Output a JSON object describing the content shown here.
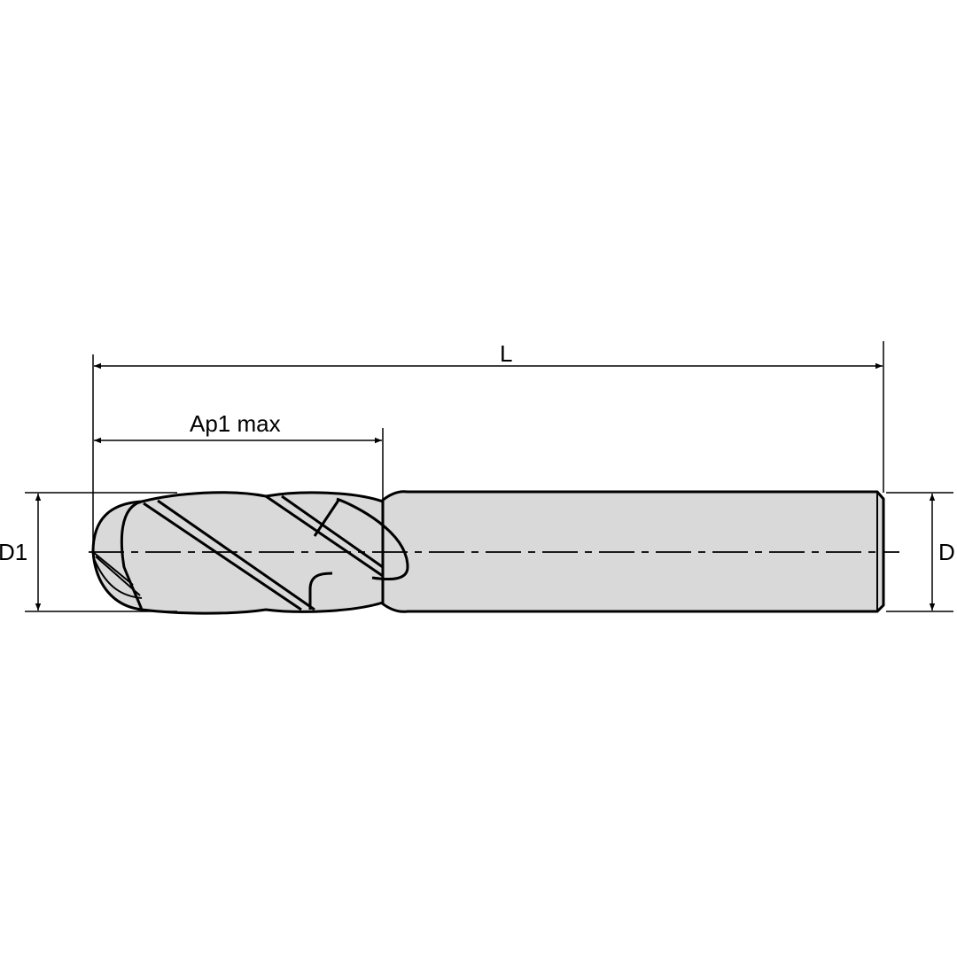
{
  "diagram": {
    "labels": {
      "overall_length": "L",
      "max_cut_depth": "Ap1 max",
      "cutting_diameter": "D1",
      "shank_diameter": "D"
    },
    "colors": {
      "tool_fill": "#d9d9d9",
      "line": "#000000",
      "background": "#ffffff"
    }
  }
}
